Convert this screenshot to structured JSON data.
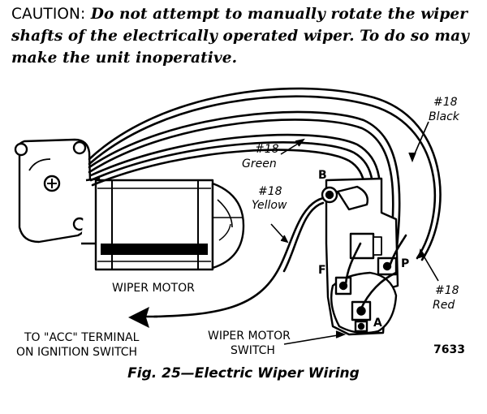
{
  "caution": {
    "label": "CAUTION:",
    "text": "Do not attempt to manually rotate the wiper shafts of the electrically operated wiper. To do so may make the unit inoperative."
  },
  "labels": {
    "black_num": "#18",
    "black_color": "Black",
    "green_num": "#18",
    "green_color": "Green",
    "yellow_num": "#18",
    "yellow_color": "Yellow",
    "red_num": "#18",
    "red_color": "Red",
    "terminal_b": "B",
    "terminal_f": "F",
    "terminal_p": "P",
    "terminal_a": "A",
    "wiper_motor": "WIPER MOTOR",
    "switch_line1": "WIPER MOTOR",
    "switch_line2": "SWITCH",
    "acc_line1": "TO \"ACC\" TERMINAL",
    "acc_line2": "ON IGNITION SWITCH",
    "figure_number": "7633"
  },
  "caption": "Fig. 25—Electric Wiper Wiring"
}
